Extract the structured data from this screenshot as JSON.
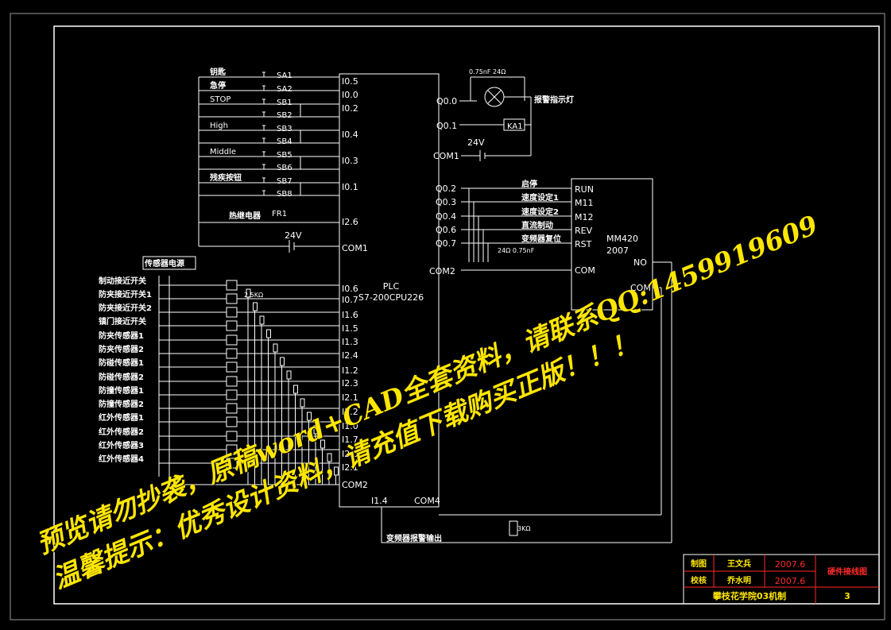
{
  "colors": {
    "bg": "#000000",
    "line": "#ffffff",
    "red": "#ff2a2a",
    "yellow": "#ffe600",
    "gray": "#bdbdbd"
  },
  "plc": {
    "title": "PLC",
    "model": "S7-200CPU226"
  },
  "inputs_top": [
    {
      "device": "钥匙",
      "sw": "SA1",
      "addr": "I0.5"
    },
    {
      "device": "急停",
      "sw": "SA2",
      "addr": "I0.0"
    },
    {
      "device": "STOP",
      "sw": "SB1",
      "addr": "I0.2"
    },
    {
      "device": "",
      "sw": "SB2",
      "addr": ""
    },
    {
      "device": "High",
      "sw": "SB3",
      "addr": "I0.4"
    },
    {
      "device": "",
      "sw": "SB4",
      "addr": ""
    },
    {
      "device": "Middle",
      "sw": "SB5",
      "addr": "I0.3"
    },
    {
      "device": "",
      "sw": "SB6",
      "addr": ""
    },
    {
      "device": "残疾按钮",
      "sw": "SB7",
      "addr": "I0.1"
    },
    {
      "device": "",
      "sw": "SB8",
      "addr": ""
    }
  ],
  "thermal": {
    "label": "热继电器",
    "sw": "FR1",
    "addr": "I2.6"
  },
  "supply_top": {
    "voltage": "24V",
    "addr": "COM1"
  },
  "sensors": {
    "title": "传感器电源",
    "resistor": "2.5KΩ",
    "items": [
      {
        "label": "制动接近开关",
        "addr": "I0.6"
      },
      {
        "label": "防夹接近开关1",
        "addr": "I0.7"
      },
      {
        "label": "防夹接近开关2",
        "addr": "I1.6"
      },
      {
        "label": "镇门接近开关",
        "addr": "I1.5"
      },
      {
        "label": "防夹传感器1",
        "addr": "I1.3"
      },
      {
        "label": "防夹传感器2",
        "addr": "I2.4"
      },
      {
        "label": "防碰传感器1",
        "addr": "I1.2"
      },
      {
        "label": "防碰传感器2",
        "addr": "I2.3"
      },
      {
        "label": "防撞传感器1",
        "addr": "I2.1"
      },
      {
        "label": "防撞传感器2",
        "addr": "I2.2"
      },
      {
        "label": "红外传感器1",
        "addr": "I1.0"
      },
      {
        "label": "红外传感器2",
        "addr": "I1.7"
      },
      {
        "label": "红外传感器3",
        "addr": "I2.0"
      },
      {
        "label": "红外传感器4",
        "addr": "I2.1"
      }
    ],
    "com": "COM2"
  },
  "outputs": {
    "q00": "Q0.0",
    "q01": "Q0.1",
    "com1": "COM1",
    "com2": "COM2",
    "lamp_label": "报警指示灯",
    "lamp_params": "0.75nF 24Ω",
    "relay": "KA1",
    "supply": "24V",
    "q_rows": [
      {
        "addr": "Q0.2",
        "label": "启停",
        "vfd": "RUN"
      },
      {
        "addr": "Q0.3",
        "label": "速度设定1",
        "vfd": "M11"
      },
      {
        "addr": "Q0.4",
        "label": "速度设定2",
        "vfd": "M12"
      },
      {
        "addr": "Q0.6",
        "label": "直流制动",
        "vfd": "REV"
      },
      {
        "addr": "Q0.7",
        "label": "变频器复位",
        "vfd": "RST"
      }
    ],
    "snubber": "24Ω 0.75nF"
  },
  "vfd": {
    "model_a": "MM420",
    "model_b": "2007",
    "com": "COM",
    "no": "NO",
    "no_com": "COM"
  },
  "bottom": {
    "i14": "I1.4",
    "com4": "COM4",
    "resistor": "3KΩ",
    "label": "变频器报警输出"
  },
  "title_block": {
    "r1": {
      "role": "制图",
      "name": "王文兵",
      "date": "2007.6"
    },
    "r2": {
      "role": "校核",
      "name": "乔水明",
      "date": "2007.6"
    },
    "title": "硬件接线图",
    "school": "攀枝花学院03机制",
    "sheet": "3"
  },
  "watermark": {
    "line1": "预览请勿抄袭，原稿word+CAD全套资料，请联系QQ:1459919609",
    "line2": "温馨提示：优秀设计资料，请充值下载购买正版！！！"
  }
}
